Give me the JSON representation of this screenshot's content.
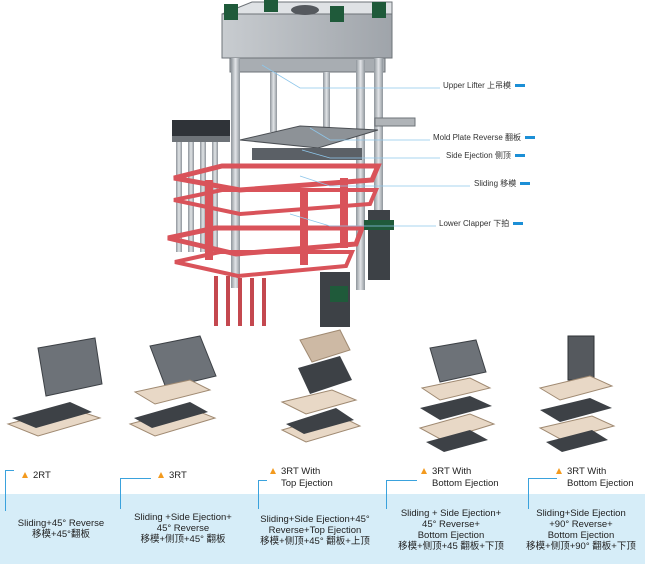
{
  "colors": {
    "accent_blue": "#1c8fd6",
    "frame_red": "#d9535a",
    "steel": "#b9bdc2",
    "dark_steel": "#3d4146",
    "green_cap": "#1f5a3a",
    "orange_marker": "#f39a1e",
    "band_bg": "#d6edf8"
  },
  "callouts": [
    {
      "label": "Upper Lifter 上吊模"
    },
    {
      "label": "Mold Plate Reverse 翻板"
    },
    {
      "label": "Side Ejection 侧顶"
    },
    {
      "label": "Sliding 移模"
    },
    {
      "label": "Lower Clapper 下拍"
    }
  ],
  "configurations": [
    {
      "title": [
        "2RT"
      ],
      "description": [
        "Sliding+45° Reverse",
        "移模+45°翻板"
      ]
    },
    {
      "title": [
        "3RT"
      ],
      "description": [
        "Sliding +Side Ejection+",
        "45° Reverse",
        "移模+侧顶+45° 翻板"
      ]
    },
    {
      "title": [
        "3RT With",
        "Top Ejection"
      ],
      "description": [
        "Sliding+Side Ejection+45°",
        "Reverse+Top Ejection",
        "移模+侧顶+45° 翻板+上顶"
      ]
    },
    {
      "title": [
        "3RT With",
        "Bottom Ejection"
      ],
      "description": [
        "Sliding + Side Ejection+",
        "45° Reverse+",
        "Bottom Ejection",
        "移模+侧顶+45 翻板+下顶"
      ]
    },
    {
      "title": [
        "3RT With",
        "Bottom Ejection"
      ],
      "description": [
        "Sliding+Side Ejection",
        "+90° Reverse+",
        "Bottom Ejection",
        "移模+侧顶+90° 翻板+下顶"
      ]
    }
  ]
}
